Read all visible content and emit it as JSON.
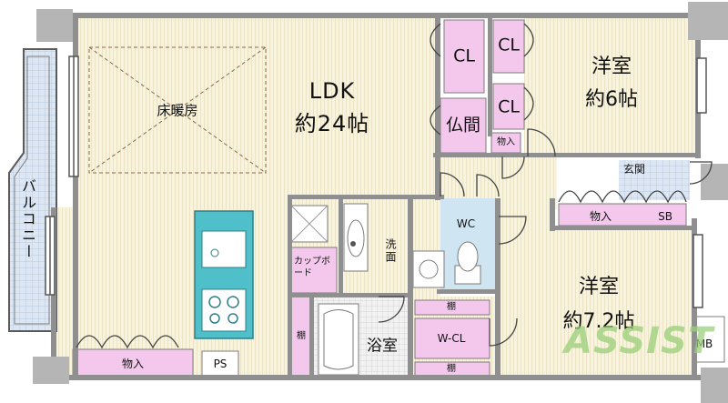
{
  "floorplan": {
    "rooms": {
      "ldk_name": "LDK",
      "ldk_size": "約24帖",
      "floor_heating": "床暖房",
      "western1_name": "洋室",
      "western1_size": "約6帖",
      "western2_name": "洋室",
      "western2_size": "約7.2帖",
      "balcony": "バルコニー",
      "butsuma": "仏間",
      "bath": "浴室",
      "wash": "洗面",
      "wc": "WC",
      "entrance": "玄関",
      "walkin_closet": "W-CL",
      "cup_board": "カップボード"
    },
    "storage": {
      "cl1": "CL",
      "cl2": "CL",
      "cl3": "CL",
      "monoire_small": "物入",
      "monoire_hall": "物入",
      "monoire_ldk": "物入",
      "shoe_box": "SB",
      "tana_side": "棚",
      "tana_top": "棚",
      "tana_bottom": "棚",
      "ps": "PS",
      "mb": "MB"
    },
    "watermark": "ASSIST"
  },
  "colors": {
    "storage_pink": "#f4c8ec",
    "floor_stripe": "#f4efd8",
    "balcony_blue": "#dfe8f5",
    "kitchen_teal": "#4fbfc9",
    "wall": "#8f8f8f",
    "logo_green": "#9ad07a"
  }
}
